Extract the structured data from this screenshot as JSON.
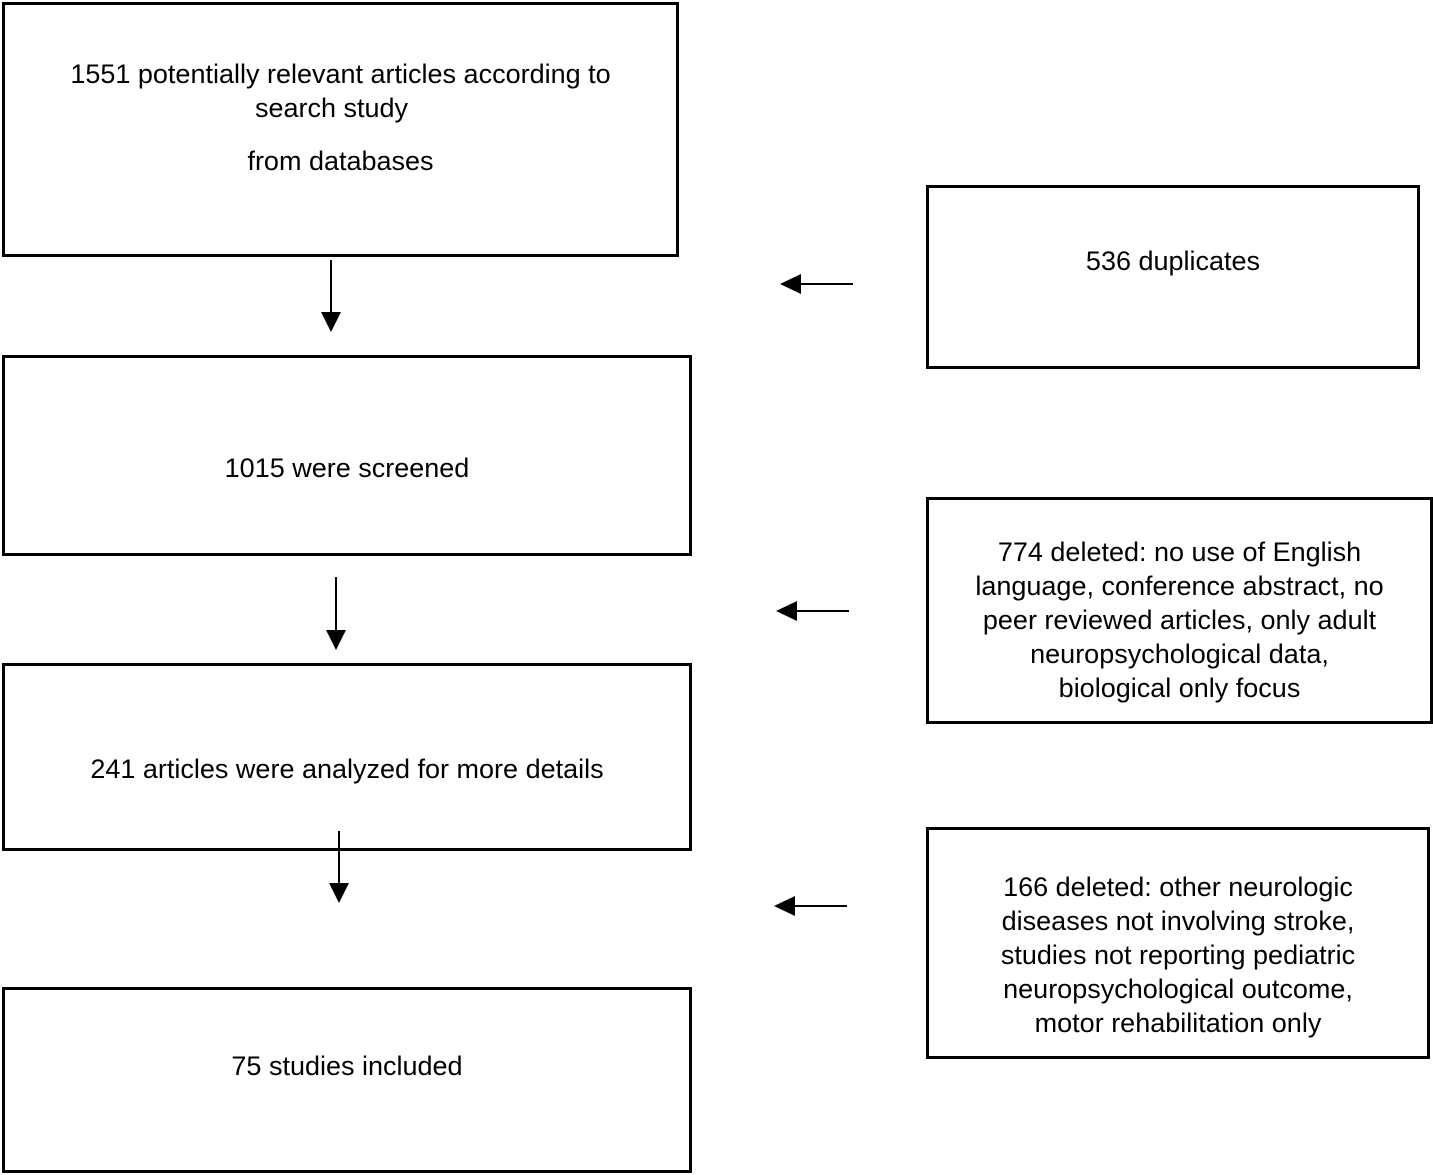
{
  "main_flow": {
    "identified": {
      "line1": "1551 potentially relevant articles according to",
      "line2": "search study",
      "line3": "from databases"
    },
    "screened": {
      "text": "1015 were screened"
    },
    "analyzed": {
      "text": "241 articles were analyzed for more details"
    },
    "included": {
      "text": "75 studies included"
    }
  },
  "exclusions": {
    "duplicates": {
      "text": "536 duplicates"
    },
    "first_exclusion": {
      "lines": [
        "774 deleted: no use of English",
        "language, conference abstract, no",
        "peer reviewed articles, only adult",
        "neuropsychological data,",
        "biological only focus"
      ]
    },
    "second_exclusion": {
      "lines": [
        "166 deleted: other neurologic",
        "diseases not involving stroke,",
        "studies not reporting pediatric",
        "neuropsychological outcome,",
        "motor rehabilitation only"
      ]
    }
  }
}
